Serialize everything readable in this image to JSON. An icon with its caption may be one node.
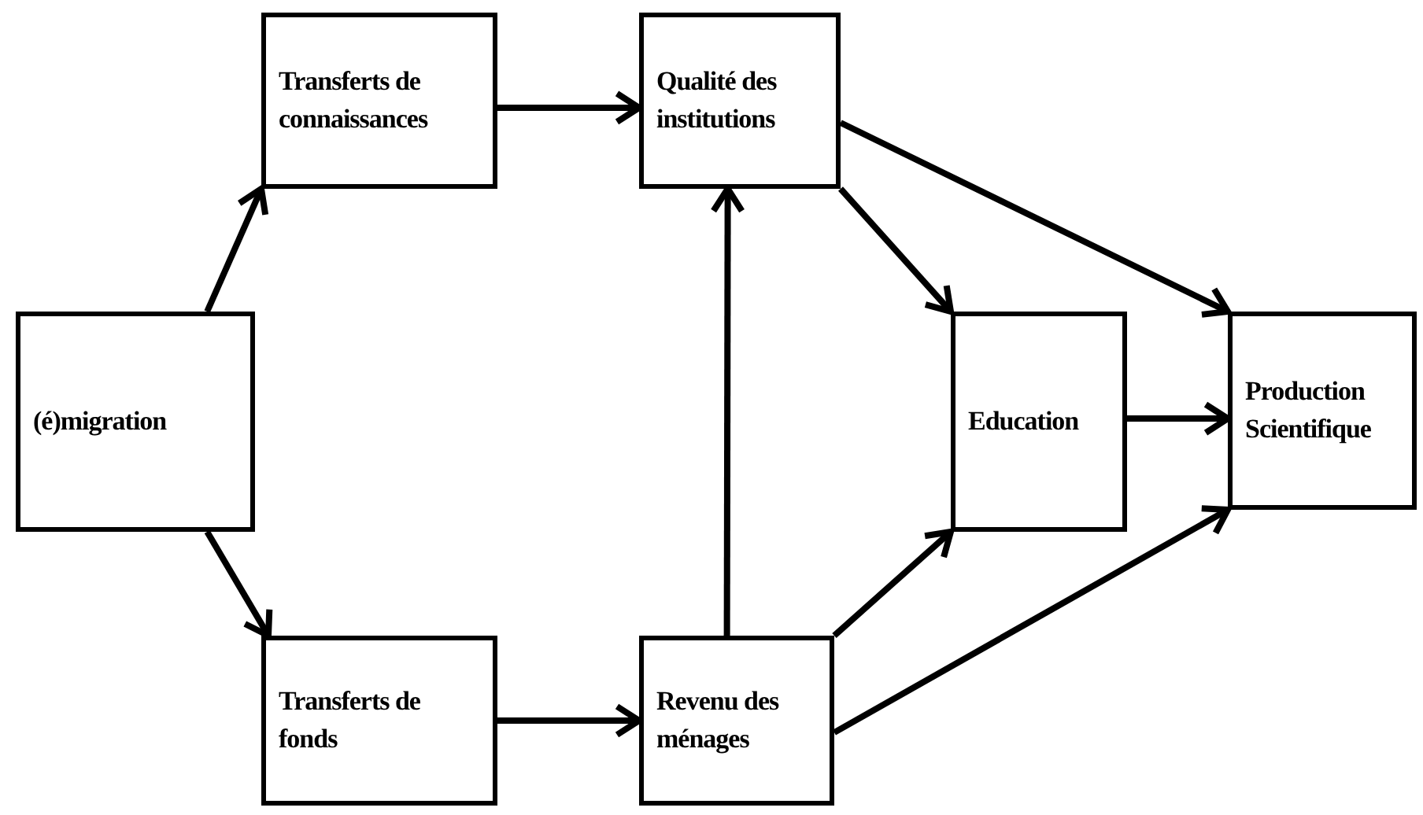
{
  "diagram": {
    "nodes": [
      {
        "text": [
          "(é)migration"
        ]
      },
      {
        "text": [
          "Transferts de connaissances"
        ]
      },
      {
        "text": [
          "Qualité des institutions"
        ]
      },
      {
        "text": [
          "Education"
        ]
      },
      {
        "text": [
          "Production Scientifique"
        ]
      },
      {
        "text": [
          "Transferts de fonds"
        ]
      },
      {
        "text": [
          "Revenu des ménages"
        ]
      }
    ],
    "edges": [
      {
        "from": 0,
        "to": 1,
        "arrow": "to"
      },
      {
        "from": 0,
        "to": 5,
        "arrow": "to"
      },
      {
        "from": 1,
        "to": 2,
        "arrow": "to"
      },
      {
        "from": 5,
        "to": 6,
        "arrow": "to"
      },
      {
        "from": 6,
        "to": 2,
        "arrow": "to"
      },
      {
        "from": 2,
        "to": 3,
        "arrow": "to"
      },
      {
        "from": 2,
        "to": 4,
        "arrow": "to"
      },
      {
        "from": 6,
        "to": 3,
        "arrow": "to"
      },
      {
        "from": 6,
        "to": 4,
        "arrow": "to"
      },
      {
        "from": 3,
        "to": 4,
        "arrow": "to"
      }
    ]
  }
}
